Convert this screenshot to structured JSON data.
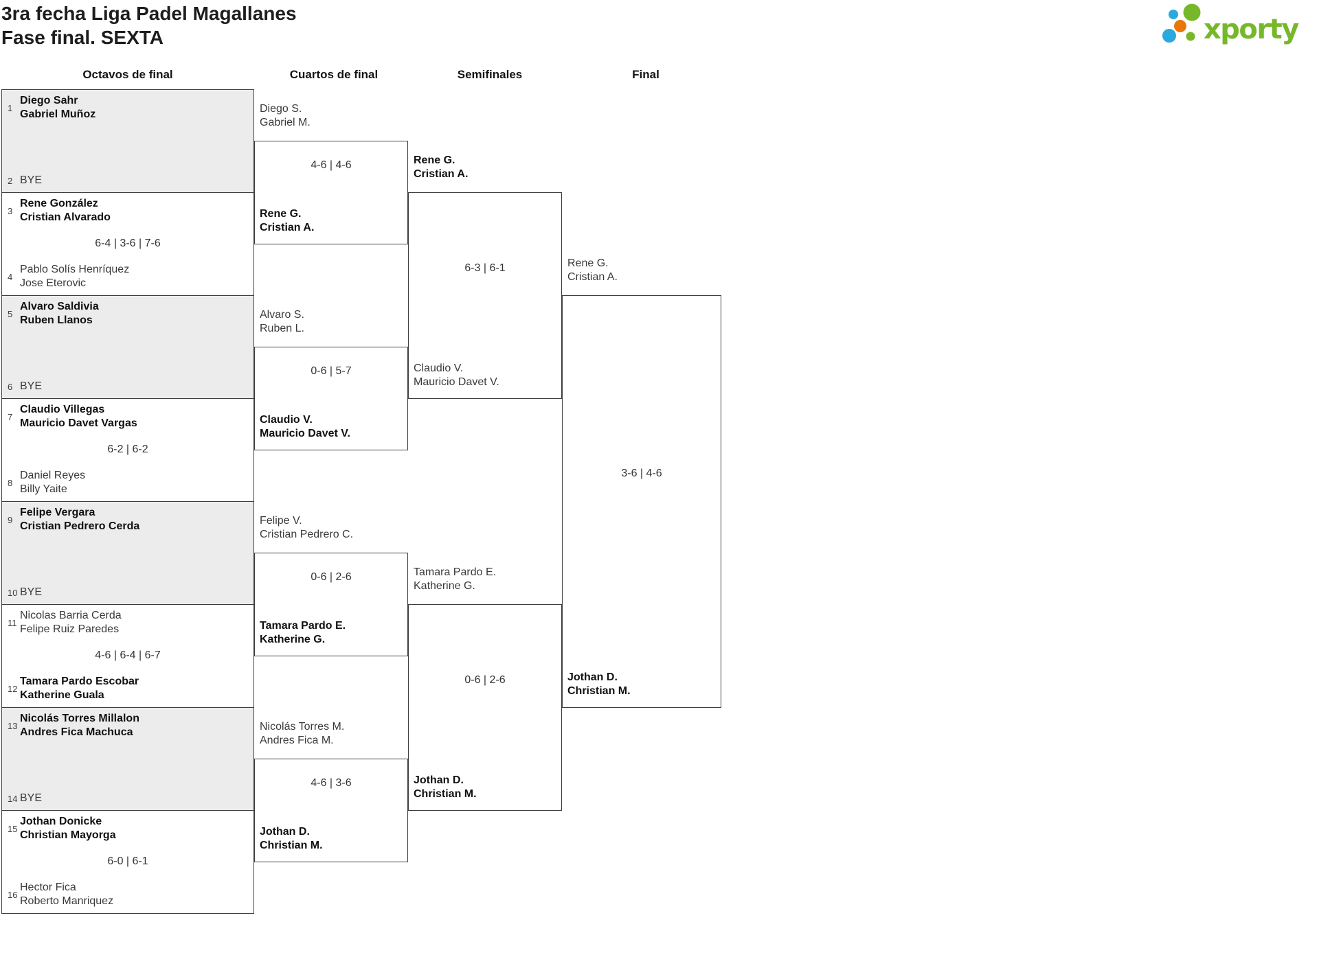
{
  "header": {
    "title_line1": "3ra fecha Liga Padel Magallanes",
    "title_line2": "Fase final. SEXTA"
  },
  "logo": {
    "text": "xporty",
    "green": "#76b82a",
    "blue": "#29a9e0",
    "orange": "#e8780c"
  },
  "columns": {
    "r16": "Octavos de final",
    "qf": "Cuartos de final",
    "sf": "Semifinales",
    "final": "Final"
  },
  "octavos": {
    "matches": [
      {
        "top": {
          "seed": "1",
          "name": "Diego Sahr\nGabriel Muñoz",
          "bold": true
        },
        "score": "",
        "bottom": {
          "seed": "2",
          "name": "BYE",
          "bold": false
        },
        "bye": true
      },
      {
        "top": {
          "seed": "3",
          "name": "Rene González\nCristian Alvarado",
          "bold": true
        },
        "score": "6-4 | 3-6 | 7-6",
        "bottom": {
          "seed": "4",
          "name": "Pablo Solís Henríquez\nJose Eterovic",
          "bold": false
        },
        "bye": false
      },
      {
        "top": {
          "seed": "5",
          "name": "Alvaro Saldivia\nRuben Llanos",
          "bold": true
        },
        "score": "",
        "bottom": {
          "seed": "6",
          "name": "BYE",
          "bold": false
        },
        "bye": true
      },
      {
        "top": {
          "seed": "7",
          "name": "Claudio Villegas\nMauricio Davet Vargas",
          "bold": true
        },
        "score": "6-2 | 6-2",
        "bottom": {
          "seed": "8",
          "name": "Daniel Reyes\nBilly Yaite",
          "bold": false
        },
        "bye": false
      },
      {
        "top": {
          "seed": "9",
          "name": "Felipe Vergara\nCristian Pedrero Cerda",
          "bold": true
        },
        "score": "",
        "bottom": {
          "seed": "10",
          "name": "BYE",
          "bold": false
        },
        "bye": true
      },
      {
        "top": {
          "seed": "11",
          "name": "Nicolas Barria Cerda\nFelipe Ruiz Paredes",
          "bold": false
        },
        "score": "4-6 | 6-4 | 6-7",
        "bottom": {
          "seed": "12",
          "name": "Tamara Pardo Escobar\nKatherine Guala",
          "bold": true
        },
        "bye": false
      },
      {
        "top": {
          "seed": "13",
          "name": "Nicolás Torres Millalon\nAndres Fica Machuca",
          "bold": true
        },
        "score": "",
        "bottom": {
          "seed": "14",
          "name": "BYE",
          "bold": false
        },
        "bye": true
      },
      {
        "top": {
          "seed": "15",
          "name": "Jothan Donicke\nChristian Mayorga",
          "bold": true
        },
        "score": "6-0 | 6-1",
        "bottom": {
          "seed": "16",
          "name": "Hector Fica\nRoberto Manriquez",
          "bold": false
        },
        "bye": false
      }
    ]
  },
  "cuartos": {
    "matches": [
      {
        "top": {
          "name": "Diego S.\nGabriel M.",
          "bold": false
        },
        "score": "4-6 | 4-6",
        "bottom": {
          "name": "Rene G.\nCristian A.",
          "bold": true
        }
      },
      {
        "top": {
          "name": "Alvaro S.\nRuben L.",
          "bold": false
        },
        "score": "0-6 | 5-7",
        "bottom": {
          "name": "Claudio V.\nMauricio Davet V.",
          "bold": true
        }
      },
      {
        "top": {
          "name": "Felipe V.\nCristian Pedrero C.",
          "bold": false
        },
        "score": "0-6 | 2-6",
        "bottom": {
          "name": "Tamara Pardo E.\nKatherine G.",
          "bold": true
        }
      },
      {
        "top": {
          "name": "Nicolás Torres M.\nAndres Fica M.",
          "bold": false
        },
        "score": "4-6 | 3-6",
        "bottom": {
          "name": "Jothan D.\nChristian M.",
          "bold": true
        }
      }
    ]
  },
  "semis": {
    "matches": [
      {
        "top": {
          "name": "Rene G.\nCristian A.",
          "bold": true
        },
        "score": "6-3 | 6-1",
        "bottom": {
          "name": "Claudio V.\nMauricio Davet V.",
          "bold": false
        }
      },
      {
        "top": {
          "name": "Tamara Pardo E.\nKatherine G.",
          "bold": false
        },
        "score": "0-6 | 2-6",
        "bottom": {
          "name": "Jothan D.\nChristian M.",
          "bold": true
        }
      }
    ]
  },
  "final": {
    "match": {
      "top": {
        "name": "Rene G.\nCristian A.",
        "bold": false
      },
      "score": "3-6 | 4-6",
      "bottom": {
        "name": "Jothan D.\nChristian M.",
        "bold": true
      }
    }
  }
}
